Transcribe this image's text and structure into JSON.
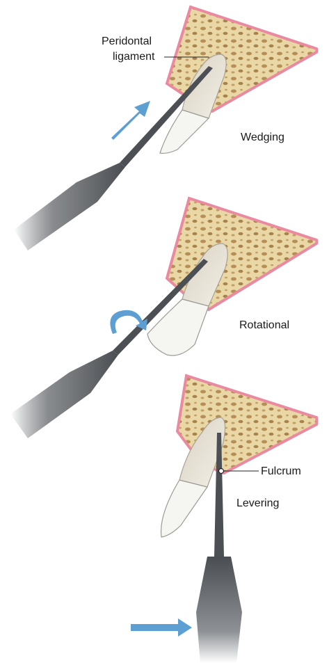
{
  "panels": [
    {
      "id": "wedging",
      "label": "Wedging"
    },
    {
      "id": "rotational",
      "label": "Rotational"
    },
    {
      "id": "levering",
      "label": "Levering"
    }
  ],
  "annotations": {
    "periodontal_line1": "Peridontal",
    "periodontal_line2": "ligament",
    "fulcrum": "Fulcrum"
  },
  "colors": {
    "bone": "#e9d6a8",
    "bone_pore": "#b8945a",
    "gum": "#e98aa0",
    "tooth": "#e6e1d4",
    "crown": "#f4f4f1",
    "instrument": "#5c5f63",
    "arrow": "#5d9fd3"
  }
}
